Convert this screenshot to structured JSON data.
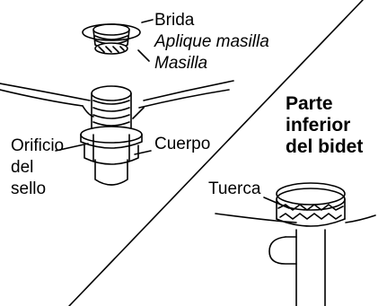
{
  "labels": {
    "flange": "Brida",
    "putty_applicator": "Aplique masilla",
    "putty": "Masilla",
    "seal_hole_1": "Orificio",
    "seal_hole_2": "del",
    "seal_hole_3": "sello",
    "body": "Cuerpo",
    "underside_1": "Parte",
    "underside_2": "inferior",
    "underside_3": "del bidet",
    "nut": "Tuerca"
  }
}
